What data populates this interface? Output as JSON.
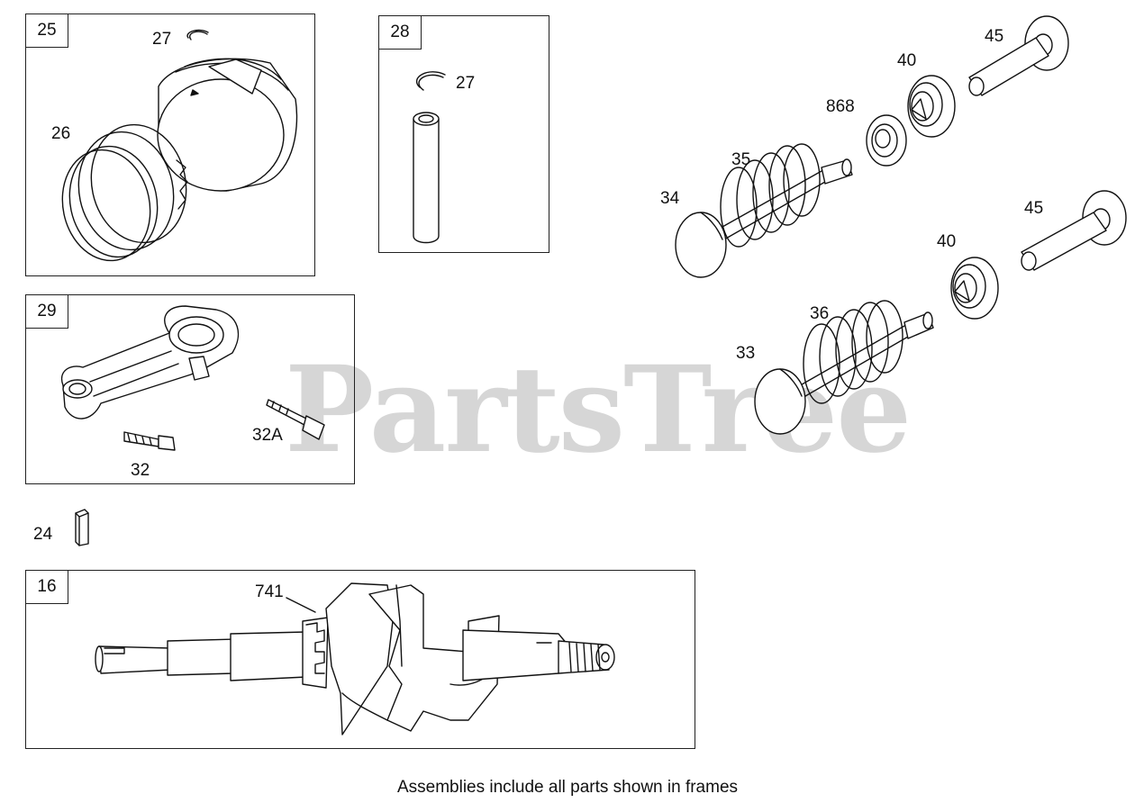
{
  "frames": [
    {
      "id": "frame-25",
      "number": "25"
    },
    {
      "id": "frame-28",
      "number": "28"
    },
    {
      "id": "frame-29",
      "number": "29"
    },
    {
      "id": "frame-16",
      "number": "16"
    }
  ],
  "callouts": {
    "c27a": "27",
    "c26": "26",
    "c27b": "27",
    "c32": "32",
    "c32a": "32A",
    "c24": "24",
    "c741": "741",
    "c45a": "45",
    "c40a": "40",
    "c868": "868",
    "c35": "35",
    "c34": "34",
    "c45b": "45",
    "c40b": "40",
    "c36": "36",
    "c33": "33"
  },
  "watermark": "PartsTree",
  "caption": "Assemblies include all parts shown in frames"
}
